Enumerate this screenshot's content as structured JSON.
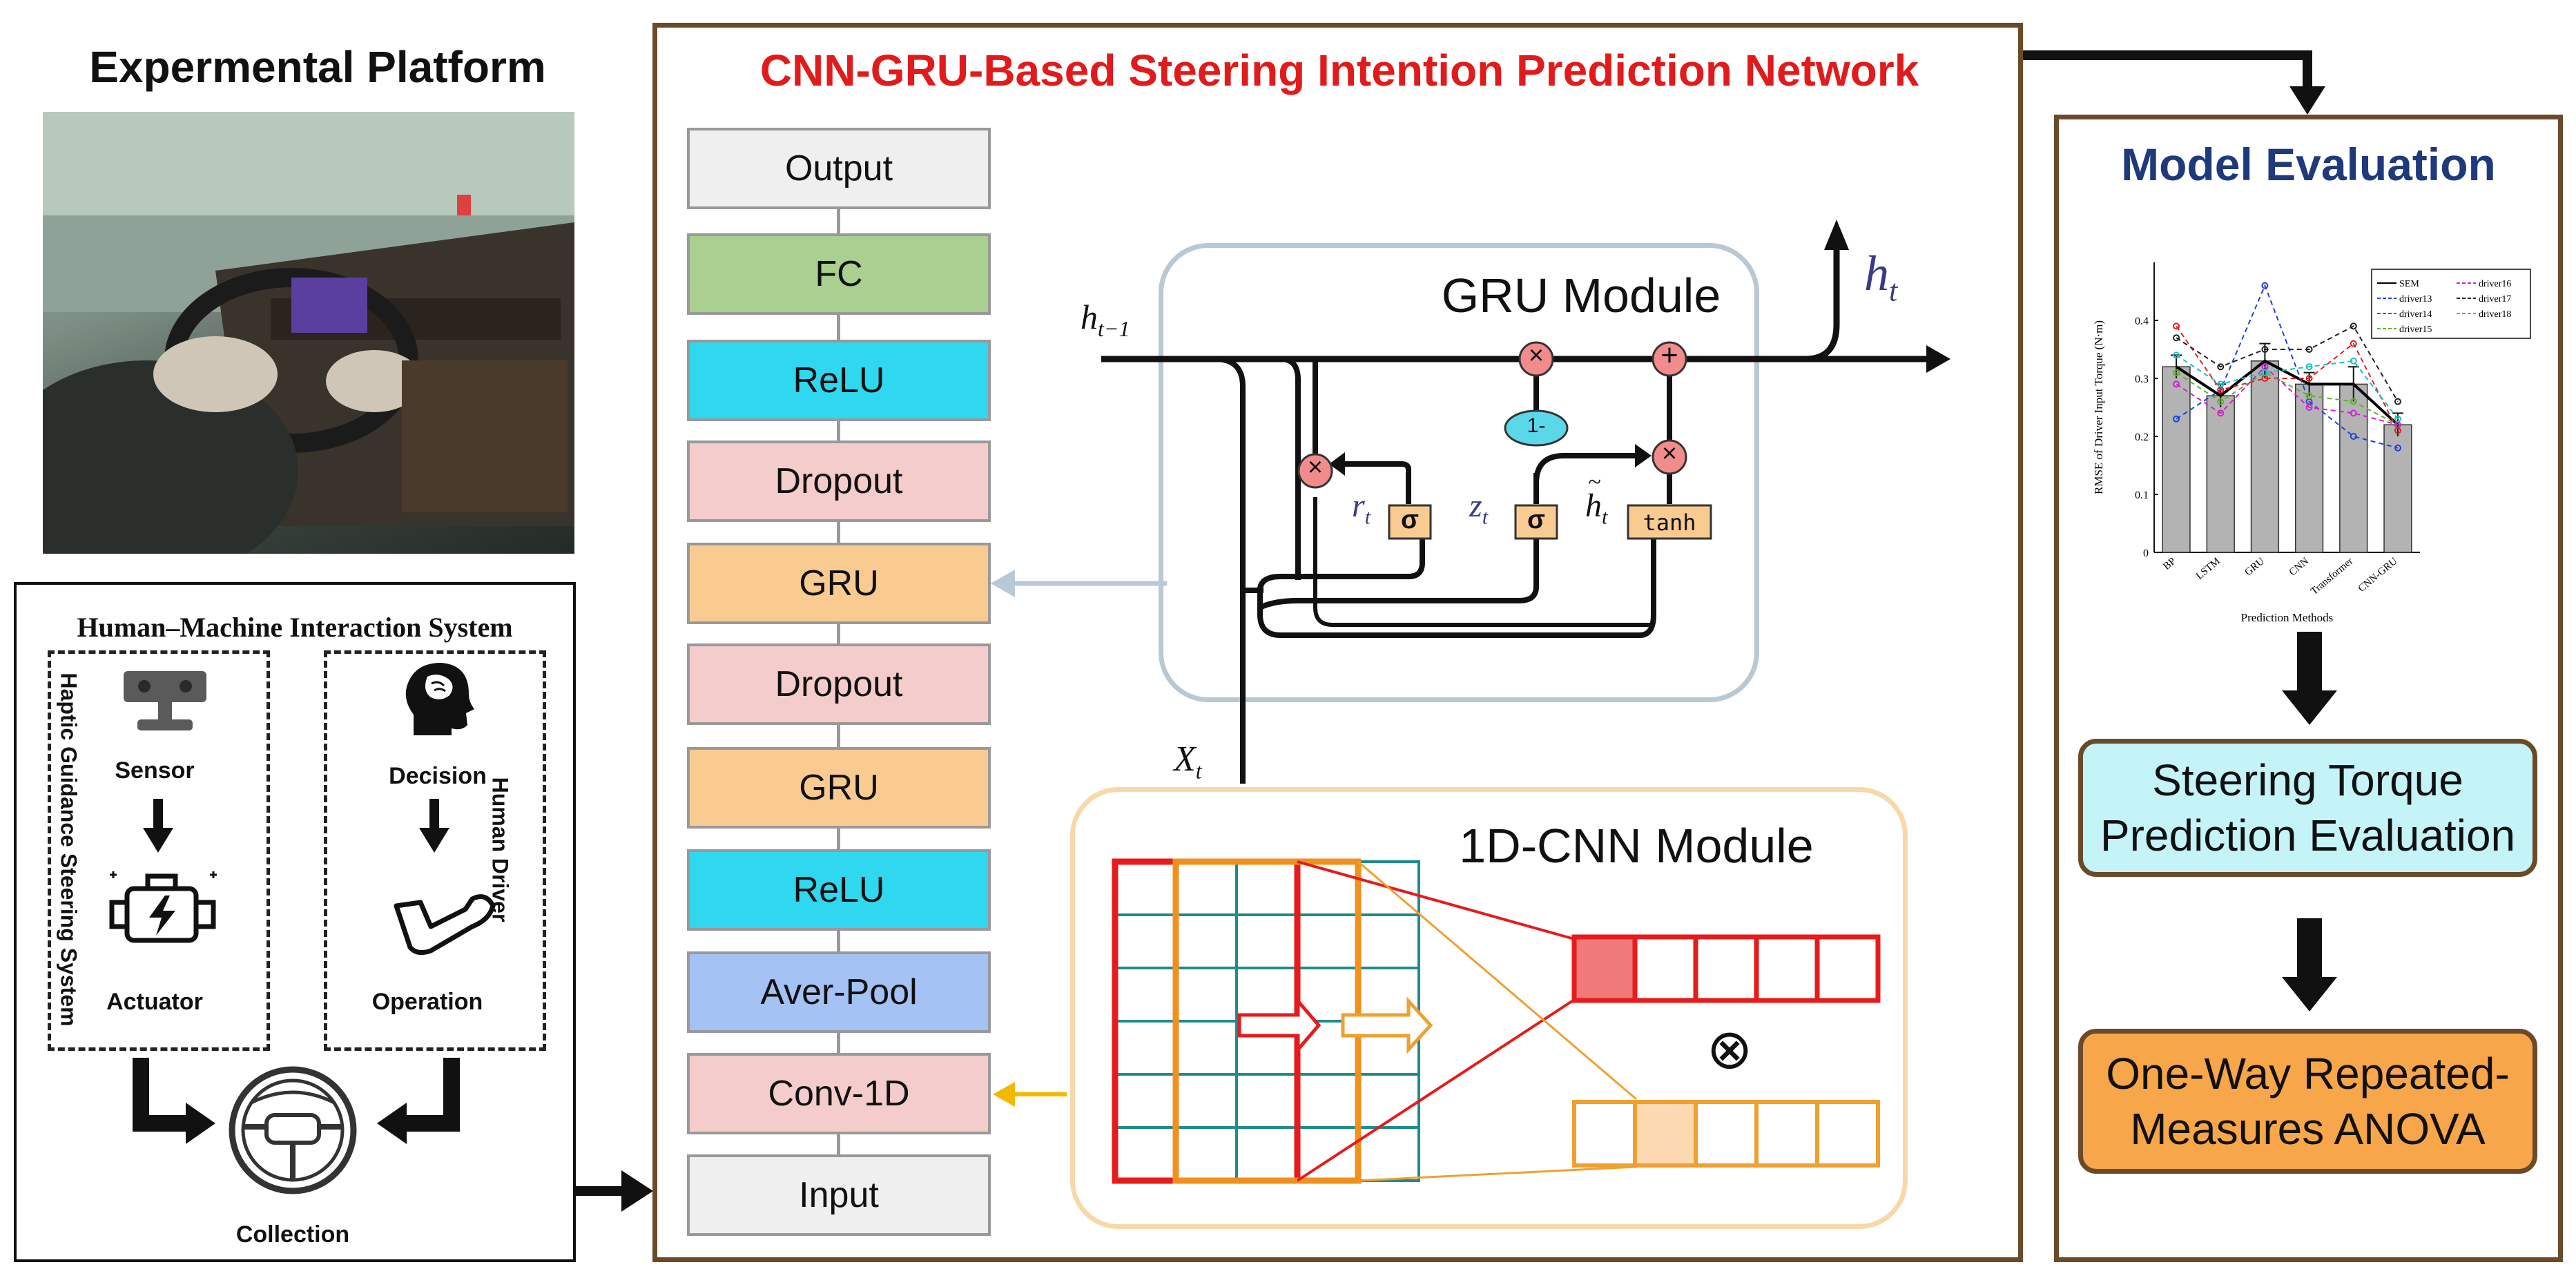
{
  "left": {
    "title": "Expermental Platform",
    "hmi_title": "Human–Machine Interaction System",
    "left_group_label": "Haptic Guidance Steering System",
    "right_group_label": "Human Driver",
    "sensor": "Sensor",
    "actuator": "Actuator",
    "decision": "Decision",
    "operation": "Operation",
    "collection": "Collection"
  },
  "center": {
    "title": "CNN-GRU-Based Steering Intention Prediction Network",
    "layers": [
      "Output",
      "FC",
      "ReLU",
      "Dropout",
      "GRU",
      "Dropout",
      "GRU",
      "ReLU",
      "Aver-Pool",
      "Conv-1D",
      "Input"
    ],
    "layer_colors": [
      "#efefef",
      "#a9d08e",
      "#2fd8ee",
      "#f4cccc",
      "#f9cb91",
      "#f4cccc",
      "#f9cb91",
      "#2fd8ee",
      "#a4c2f4",
      "#f4cccc",
      "#efefef"
    ],
    "gru_module": {
      "title": "GRU Module",
      "h_prev": "h",
      "h_prev_sub": "t−1",
      "h_out": "h",
      "h_out_sub": "t",
      "r_label": "r",
      "r_sub": "t",
      "z_label": "z",
      "z_sub": "t",
      "hc_label": "h",
      "hc_sub": "t",
      "sigma": "σ",
      "tanh": "tanh",
      "one_minus": "1-",
      "times": "×",
      "plus": "+",
      "x_label": "X",
      "x_sub": "t"
    },
    "cnn_module": {
      "title": "1D-CNN Module",
      "conv_symbol": "⊗"
    }
  },
  "right": {
    "title": "Model Evaluation",
    "box1": "Steering Torque Prediction Evaluation",
    "box2": "One-Way Repeated-Measures ANOVA",
    "colors": {
      "box1": "#c4f3f8",
      "box2": "#f8a64a"
    }
  },
  "chart_data": {
    "type": "bar",
    "categories": [
      "BP",
      "LSTM",
      "GRU",
      "CNN",
      "Transformer",
      "CNN-GRU"
    ],
    "ylabel": "RMSE of Driver Input Torque (N·m)",
    "xlabel": "Prediction   Methods",
    "ylim": [
      0,
      0.5
    ],
    "yticks": [
      "0",
      "0.1",
      "0.2",
      "0.3",
      "0.4"
    ],
    "values": [
      0.32,
      0.27,
      0.33,
      0.29,
      0.29,
      0.22
    ],
    "error": [
      0.02,
      0.02,
      0.03,
      0.02,
      0.03,
      0.02
    ],
    "series": [
      {
        "name": "SEM",
        "values": [
          0.32,
          0.27,
          0.33,
          0.29,
          0.29,
          0.22
        ],
        "color": "#000000"
      },
      {
        "name": "driver13",
        "values": [
          0.23,
          0.28,
          0.46,
          0.26,
          0.2,
          0.18
        ],
        "color": "#2040e0"
      },
      {
        "name": "driver14",
        "values": [
          0.39,
          0.28,
          0.3,
          0.3,
          0.36,
          0.21
        ],
        "color": "#e02020"
      },
      {
        "name": "driver15",
        "values": [
          0.31,
          0.26,
          0.31,
          0.27,
          0.26,
          0.22
        ],
        "color": "#60b030"
      },
      {
        "name": "driver16",
        "values": [
          0.29,
          0.24,
          0.32,
          0.25,
          0.24,
          0.22
        ],
        "color": "#d020d0"
      },
      {
        "name": "driver17",
        "values": [
          0.37,
          0.32,
          0.35,
          0.35,
          0.39,
          0.26
        ],
        "color": "#222222"
      },
      {
        "name": "driver18",
        "values": [
          0.34,
          0.29,
          0.31,
          0.32,
          0.33,
          0.23
        ],
        "color": "#20c0c0"
      }
    ],
    "legend": "top-right"
  }
}
